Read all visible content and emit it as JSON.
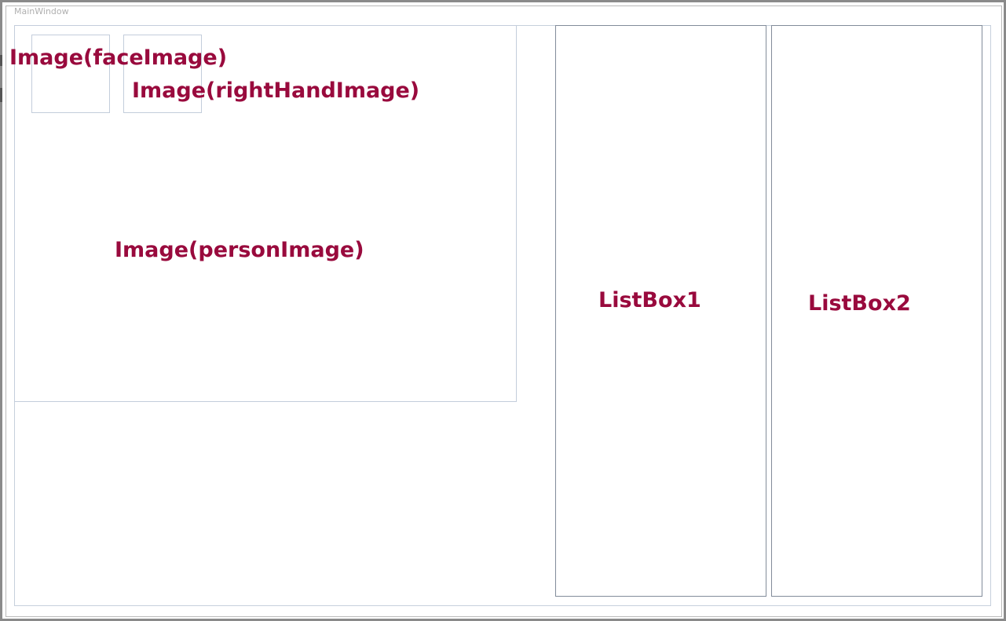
{
  "window": {
    "title": "MainWindow"
  },
  "images": {
    "person": {
      "label": "Image(personImage)"
    },
    "face": {
      "label": "Image(faceImage)"
    },
    "right_hand": {
      "label": "Image(rightHandImage)"
    }
  },
  "listboxes": [
    {
      "label": "ListBox1"
    },
    {
      "label": "ListBox2"
    }
  ],
  "colors": {
    "label_text": "#990a3d",
    "frame_border": "#8a8a8a",
    "design_border": "#c3cddb",
    "listbox_border": "#828c9a"
  }
}
